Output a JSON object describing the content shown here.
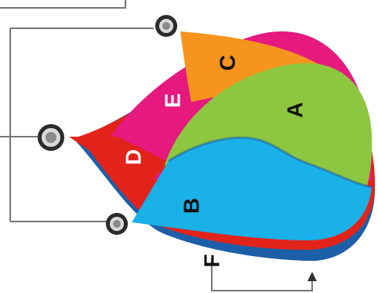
{
  "diagram": {
    "labels": {
      "a": "A",
      "b": "B",
      "c": "C",
      "d": "D",
      "e": "E",
      "f": "F"
    },
    "colors": {
      "a_green": "#8dc63f",
      "b_cyan": "#1ab0e8",
      "c_orange": "#f7941d",
      "d_red": "#e2231a",
      "e_magenta": "#e5197e",
      "navy": "#1c5fa8",
      "line_grey": "#777777",
      "node_dark": "#2b2b2b",
      "node_light": "#d9d9d9"
    },
    "icons": [
      "node-circle-icon",
      "arrow-up-icon"
    ]
  }
}
